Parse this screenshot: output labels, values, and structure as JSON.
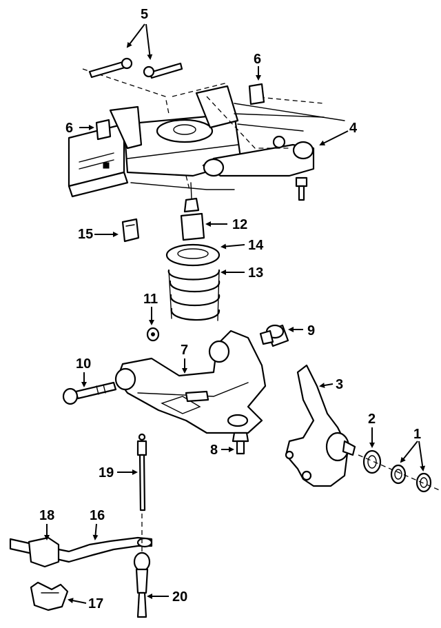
{
  "callouts": [
    {
      "id": "c1",
      "text": "1"
    },
    {
      "id": "c2",
      "text": "2"
    },
    {
      "id": "c3",
      "text": "3"
    },
    {
      "id": "c4",
      "text": "4"
    },
    {
      "id": "c5",
      "text": "5"
    },
    {
      "id": "c6a",
      "text": "6"
    },
    {
      "id": "c6b",
      "text": "6"
    },
    {
      "id": "c7",
      "text": "7"
    },
    {
      "id": "c8",
      "text": "8"
    },
    {
      "id": "c9",
      "text": "9"
    },
    {
      "id": "c10",
      "text": "10"
    },
    {
      "id": "c11",
      "text": "11"
    },
    {
      "id": "c12",
      "text": "12"
    },
    {
      "id": "c13",
      "text": "13"
    },
    {
      "id": "c14",
      "text": "14"
    },
    {
      "id": "c15",
      "text": "15"
    },
    {
      "id": "c16",
      "text": "16"
    },
    {
      "id": "c17",
      "text": "17"
    },
    {
      "id": "c18",
      "text": "18"
    },
    {
      "id": "c19",
      "text": "19"
    },
    {
      "id": "c20",
      "text": "20"
    }
  ]
}
